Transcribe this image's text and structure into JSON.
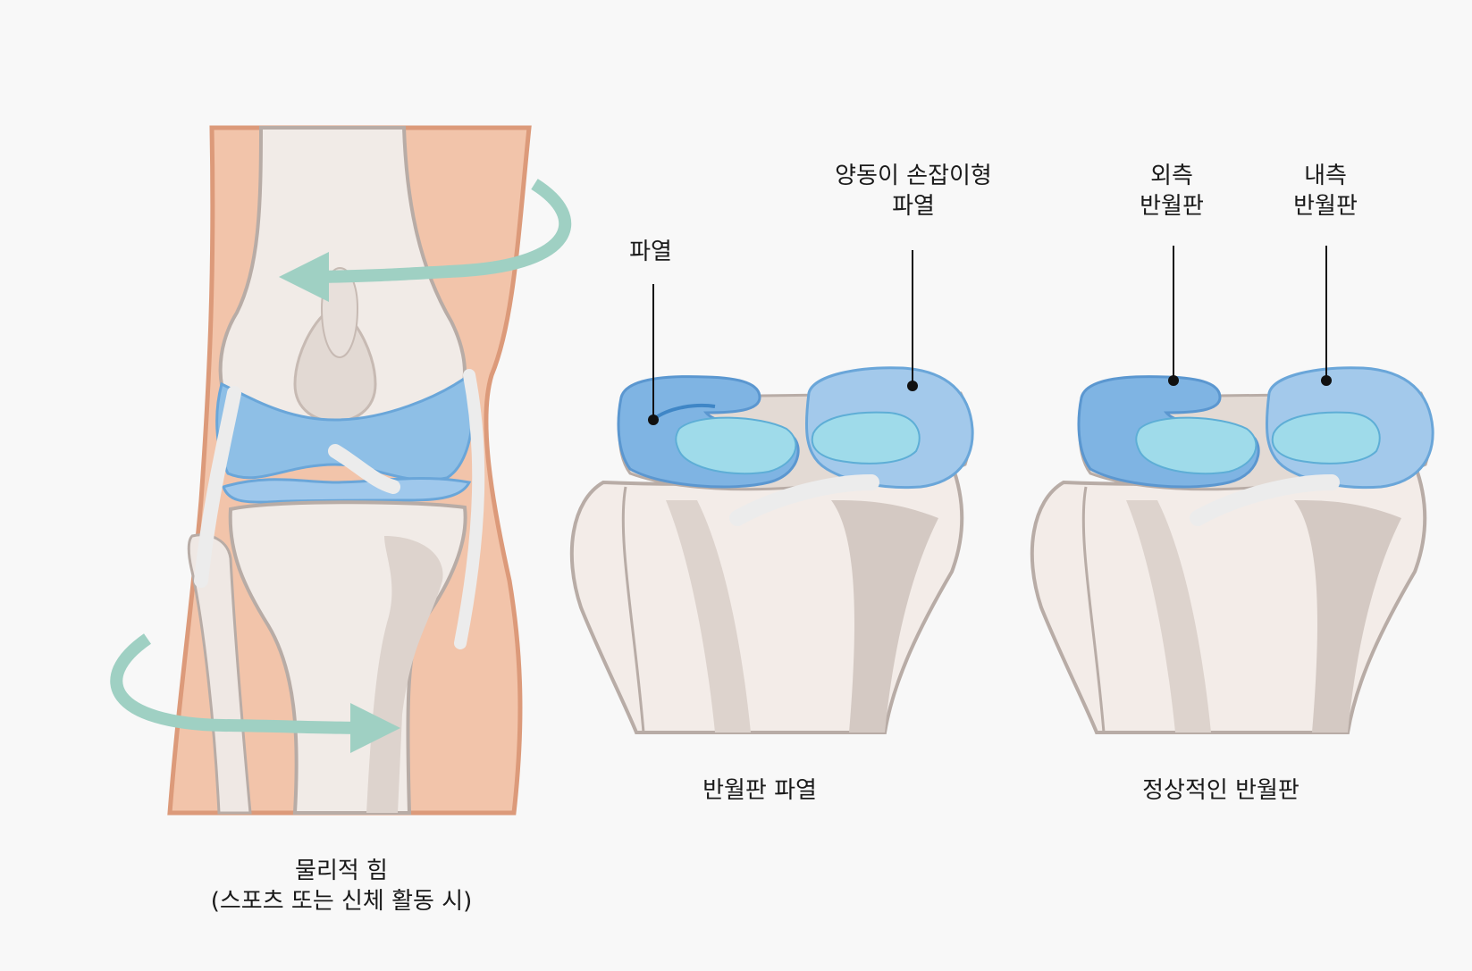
{
  "knee": {
    "caption_line1": "물리적 힘",
    "caption_line2": "(스포츠 또는 신체 활동 시)"
  },
  "torn": {
    "caption": "반월판 파열",
    "tear_label": "파열",
    "bucket_label_line1": "양동이 손잡이형",
    "bucket_label_line2": "파열"
  },
  "normal": {
    "caption": "정상적인 반월판",
    "lateral_line1": "외측",
    "lateral_line2": "반월판",
    "medial_line1": "내측",
    "medial_line2": "반월판"
  },
  "colors": {
    "skin": "#f2c4aa",
    "skin_edge": "#dc9a7a",
    "bone": "#f3ece8",
    "bone_shade": "#ddd3cd",
    "bone_edge": "#b8aca6",
    "meniscus": "#8ebfe6",
    "meniscus_dark": "#5d9dd6",
    "meniscus_inner": "#9fdbea",
    "ligament": "#eeeeee",
    "arrow": "#9fd0c3"
  }
}
